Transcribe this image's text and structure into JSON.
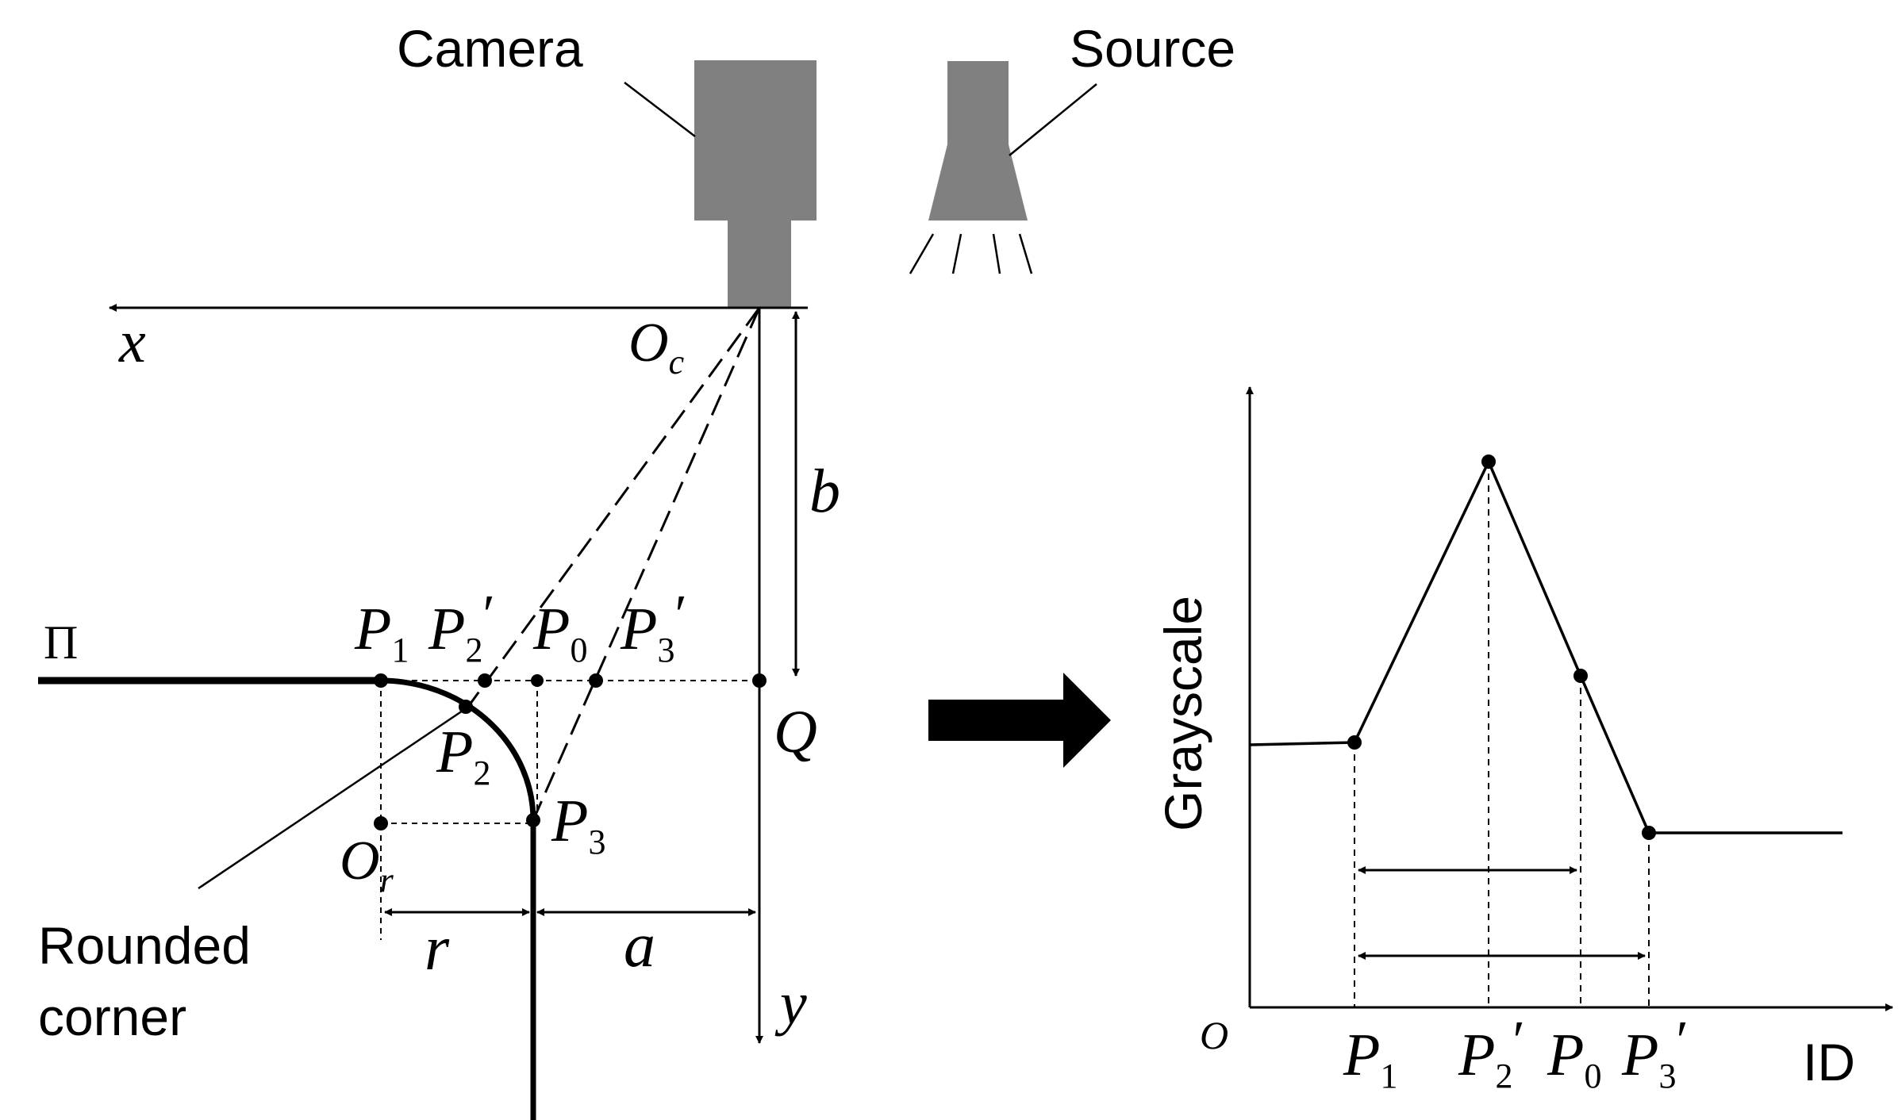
{
  "left_diagram": {
    "camera_label": "Camera",
    "source_label": "Source",
    "x_axis_label": "x",
    "y_axis_label": "y",
    "origin_label": "O",
    "origin_sub": "c",
    "plane_label": "Π",
    "b_label": "b",
    "a_label": "a",
    "r_label": "r",
    "q_label": "Q",
    "or_label": "O",
    "or_sub": "r",
    "rounded_corner_line1": "Rounded",
    "rounded_corner_line2": "corner",
    "points": {
      "p1": {
        "main": "P",
        "sub": "1",
        "prime": ""
      },
      "p2prime": {
        "main": "P",
        "sub": "2",
        "prime": "′"
      },
      "p0": {
        "main": "P",
        "sub": "0",
        "prime": ""
      },
      "p3prime": {
        "main": "P",
        "sub": "3",
        "prime": "′"
      },
      "p2": {
        "main": "P",
        "sub": "2",
        "prime": ""
      },
      "p3": {
        "main": "P",
        "sub": "3",
        "prime": ""
      }
    }
  },
  "right_chart": {
    "y_axis_label": "Grayscale",
    "x_axis_label": "ID",
    "origin_label": "O",
    "ticks": [
      {
        "main": "P",
        "sub": "1",
        "prime": ""
      },
      {
        "main": "P",
        "sub": "2",
        "prime": "′"
      },
      {
        "main": "P",
        "sub": "0",
        "prime": ""
      },
      {
        "main": "P",
        "sub": "3",
        "prime": "′"
      }
    ]
  }
}
